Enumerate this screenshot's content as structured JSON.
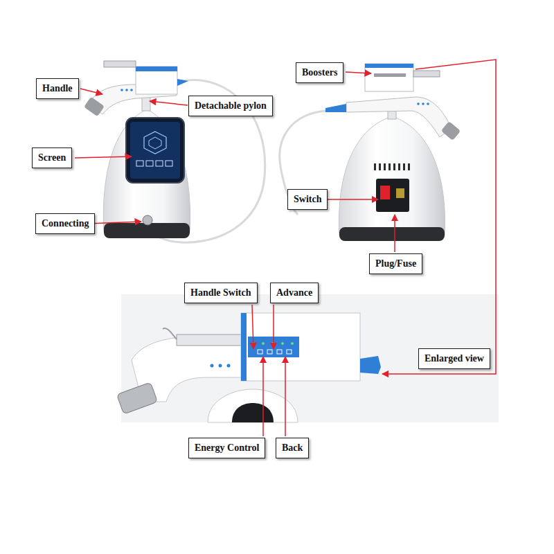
{
  "diagram": {
    "nodes": [
      {
        "text": [
          "Handle"
        ]
      },
      {
        "text": [
          "Boosters"
        ]
      },
      {
        "text": [
          "Detachable pylon"
        ]
      },
      {
        "text": [
          "Screen"
        ]
      },
      {
        "text": [
          "Switch"
        ]
      },
      {
        "text": [
          "Connecting"
        ]
      },
      {
        "text": [
          "Plug/Fuse"
        ]
      },
      {
        "text": [
          "Handle Switch"
        ]
      },
      {
        "text": [
          "Advance"
        ]
      },
      {
        "text": [
          "Enlarged view"
        ]
      },
      {
        "text": [
          "Energy Control"
        ]
      },
      {
        "text": [
          "Back"
        ]
      }
    ],
    "edges": []
  }
}
